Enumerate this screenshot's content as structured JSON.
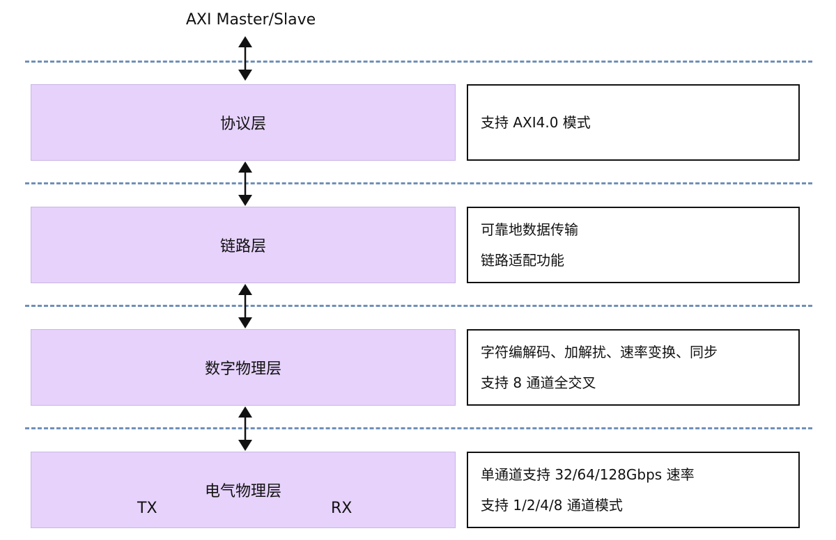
{
  "top_label": "AXI Master/Slave",
  "layers": [
    {
      "name": "协议层",
      "desc": [
        "支持 AXI4.0 模式"
      ]
    },
    {
      "name": "链路层",
      "desc": [
        "可靠地数据传输",
        "链路适配功能"
      ]
    },
    {
      "name": "数字物理层",
      "desc": [
        "字符编解码、加解扰、速率变换、同步",
        "支持 8 通道全交叉"
      ]
    },
    {
      "name": "电气物理层",
      "desc": [
        "单通道支持 32/64/128Gbps 速率",
        "支持 1/2/4/8 通道模式"
      ]
    }
  ],
  "tx_label": "TX",
  "rx_label": "RX",
  "colors": {
    "layer_fill": "#e6d2fb",
    "dash": "#6f8fb8"
  }
}
